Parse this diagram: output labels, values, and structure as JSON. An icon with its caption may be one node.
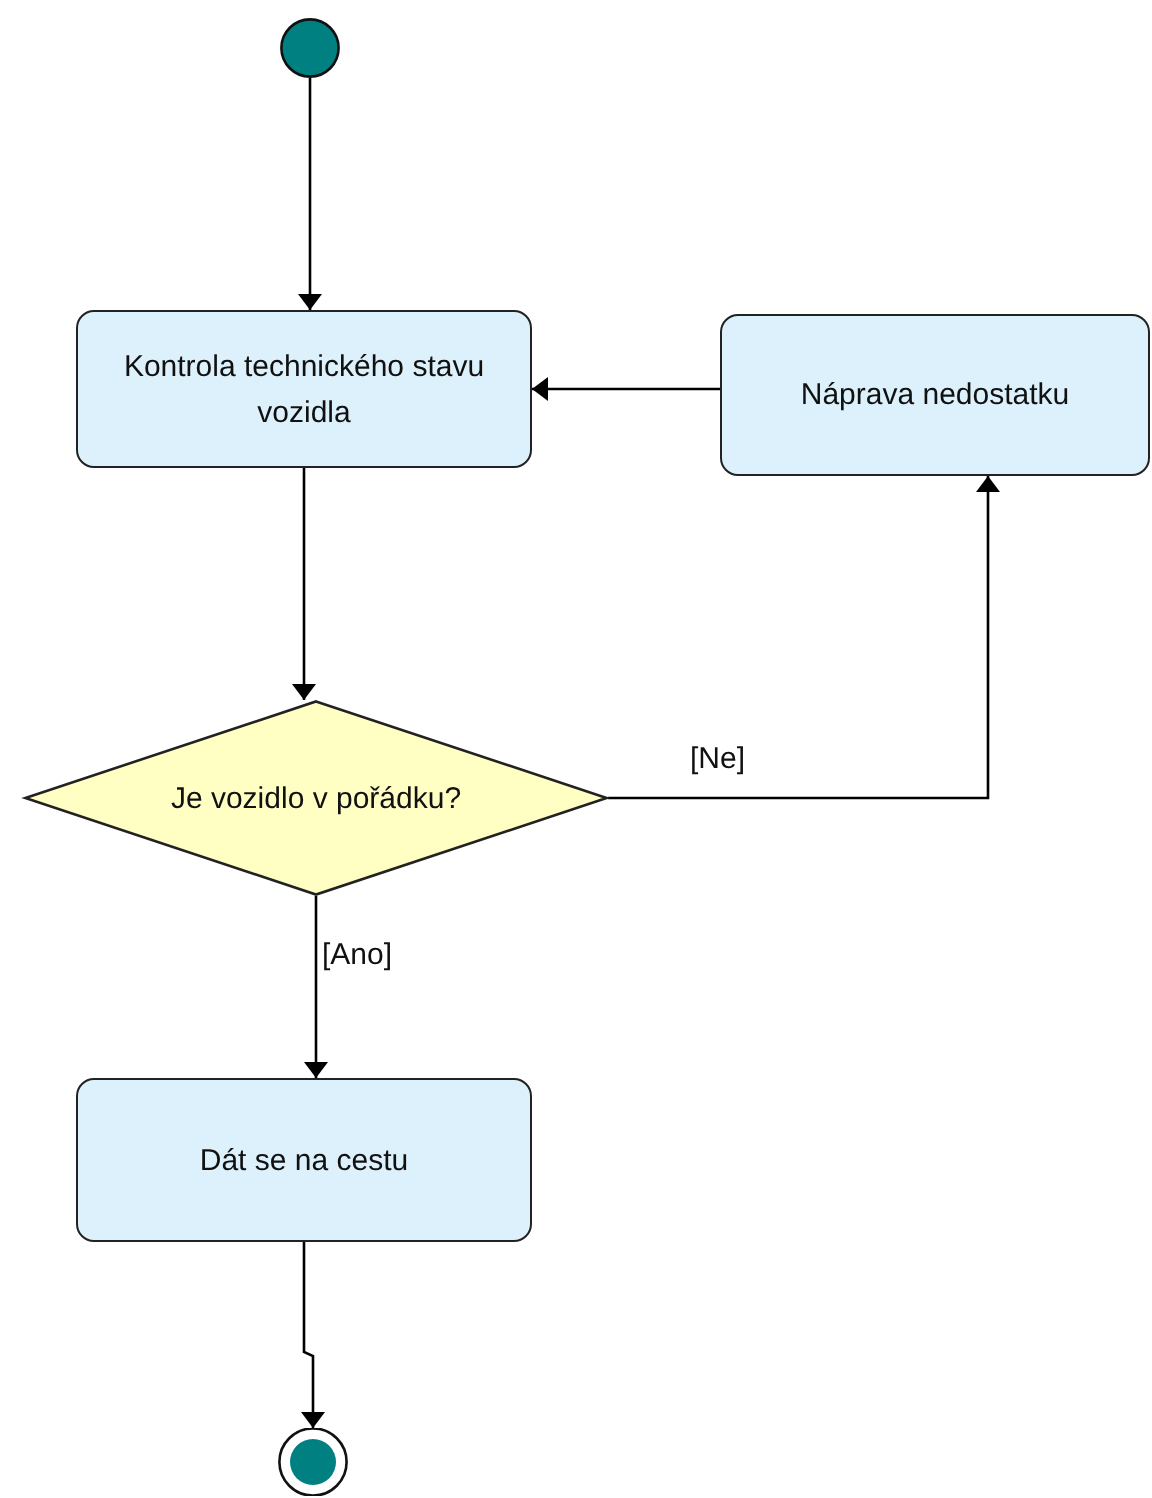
{
  "diagram": {
    "nodes": [
      {
        "text": [],
        "shape": "circle"
      },
      {
        "text": [
          "Kontrola technického stavu vozidla"
        ]
      },
      {
        "text": [
          "Náprava nedostatku"
        ]
      },
      {
        "text": [
          "Je vozidlo v pořádku?"
        ]
      },
      {
        "text": [
          "Dát se na cestu"
        ]
      },
      {
        "text": [],
        "shape": "bullseye"
      }
    ],
    "edges": [
      {
        "from": 0,
        "to": 1,
        "arrow": "to"
      },
      {
        "from": 1,
        "to": 3,
        "arrow": "to"
      },
      {
        "from": 3,
        "to": 2,
        "arrow": "to",
        "label": "[Ne]"
      },
      {
        "from": 2,
        "to": 1,
        "arrow": "to"
      },
      {
        "from": 3,
        "to": 4,
        "arrow": "to",
        "label": "[Ano]"
      },
      {
        "from": 4,
        "to": 5,
        "arrow": "to"
      }
    ]
  }
}
